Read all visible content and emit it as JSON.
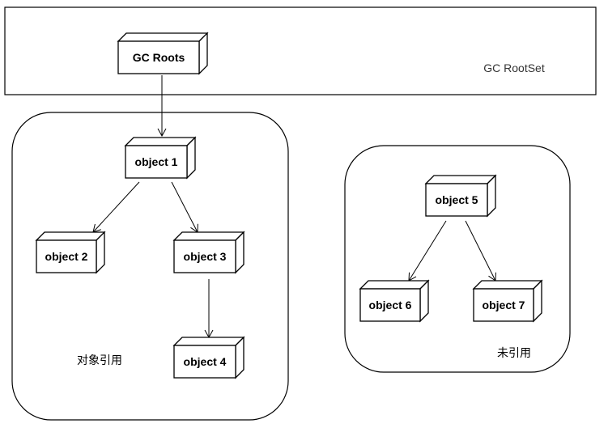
{
  "rootset": {
    "label": "GC RootSet"
  },
  "groups": {
    "referenced": {
      "label": "对象引用"
    },
    "unreferenced": {
      "label": "未引用"
    }
  },
  "nodes": {
    "gc_roots": {
      "label": "GC Roots"
    },
    "object1": {
      "label": "object 1"
    },
    "object2": {
      "label": "object 2"
    },
    "object3": {
      "label": "object 3"
    },
    "object4": {
      "label": "object 4"
    },
    "object5": {
      "label": "object 5"
    },
    "object6": {
      "label": "object 6"
    },
    "object7": {
      "label": "object 7"
    }
  },
  "edges": [
    {
      "from": "gc_roots",
      "to": "object1"
    },
    {
      "from": "object1",
      "to": "object2"
    },
    {
      "from": "object1",
      "to": "object3"
    },
    {
      "from": "object3",
      "to": "object4"
    },
    {
      "from": "object5",
      "to": "object6"
    },
    {
      "from": "object5",
      "to": "object7"
    }
  ]
}
